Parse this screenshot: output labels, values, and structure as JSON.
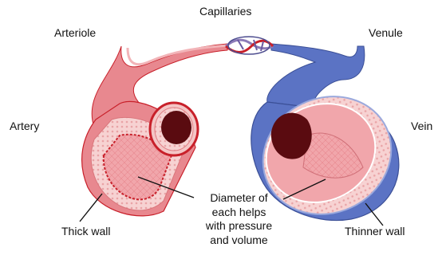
{
  "labels": {
    "capillaries": "Capillaries",
    "arteriole": "Arteriole",
    "venule": "Venule",
    "artery": "Artery",
    "vein": "Vein",
    "thick_wall": "Thick wall",
    "thinner_wall": "Thinner wall",
    "diameter_line1": "Diameter of",
    "diameter_line2": "each helps",
    "diameter_line3": "with pressure",
    "diameter_line4": "and volume"
  },
  "colors": {
    "artery_red": "#e8888f",
    "artery_dark": "#c8202a",
    "vein_blue": "#5b73c4",
    "lumen": "#5a0b10",
    "wall_pink": "#f4c6c6"
  }
}
